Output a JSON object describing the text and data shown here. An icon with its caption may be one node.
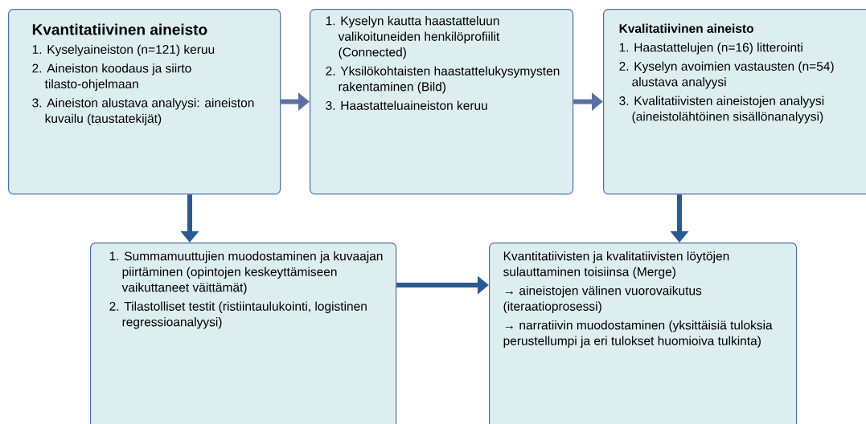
{
  "diagram": {
    "nodes": [
      {
        "text": [
          "Kvantitatiivinen aineisto",
          "1. Kyselyaineiston (n=121) keruu",
          "2. Aineiston koodaus ja siirto tilasto-ohjelmaan",
          "3. Aineiston alustava analyysi: aineiston kuvailu (taustatekijät)"
        ]
      },
      {
        "text": [
          "1. Kyselyn kautta haastatteluun valikoituneiden henkilöprofiilit (Connected)",
          "2. Yksilökohtaisten haastattelukysymysten rakentaminen (Bild)",
          "3. Haastatteluaineiston keruu"
        ]
      },
      {
        "text": [
          "Kvalitatiivinen aineisto",
          "1. Haastattelujen (n=16) litterointi",
          "2. Kyselyn avoimien vastausten (n=54) alustava analyysi",
          "3. Kvalitatiivisten aineistojen analyysi (aineistolähtöinen sisällönanalyysi)"
        ]
      },
      {
        "text": [
          "1. Summamuuttujien muodostaminen ja kuvaajan piirtäminen (opintojen keskeyttämiseen vaikuttaneet väittämät)",
          "2. Tilastolliset testit (ristiintaulukointi, logistinen regressioanalyysi)"
        ]
      },
      {
        "text": [
          "Kvantitatiivisten ja kvalitatiivisten löytöjen sulauttaminen toisiinsa (Merge)",
          "→ aineistojen välinen vuorovaikutus (iteraatioprosessi)",
          "→ narratiivin muodostaminen (yksittäisiä tuloksia perustellumpi ja eri tulokset huomioiva tulkinta)"
        ]
      }
    ],
    "edges": [
      {
        "from": 0,
        "to": 1,
        "arrow": "to",
        "color": "#5a70a4"
      },
      {
        "from": 1,
        "to": 2,
        "arrow": "to",
        "color": "#5a70a4"
      },
      {
        "from": 0,
        "to": 3,
        "arrow": "to"
      },
      {
        "from": 2,
        "to": 4,
        "arrow": "to"
      },
      {
        "from": 3,
        "to": 4,
        "arrow": "to"
      }
    ]
  }
}
